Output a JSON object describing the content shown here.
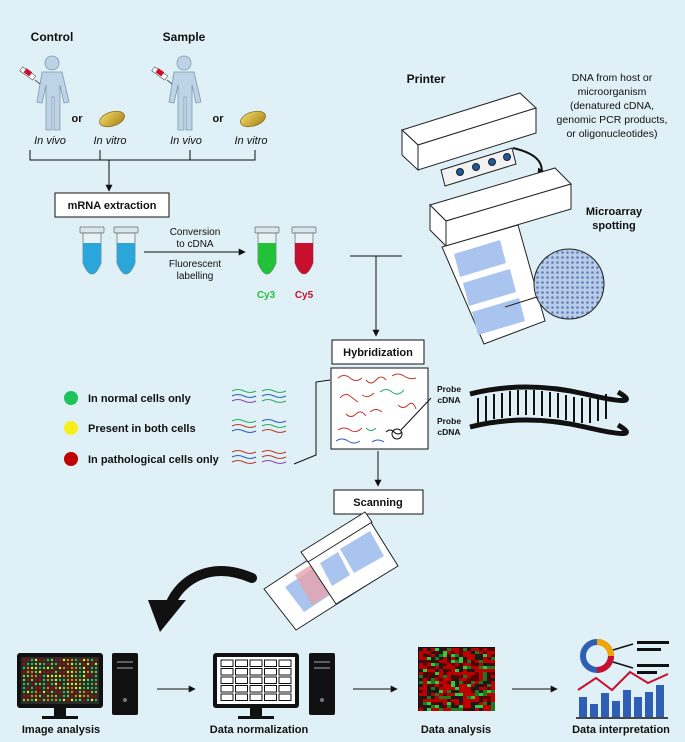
{
  "subjects": {
    "control": "Control",
    "sample": "Sample",
    "in_vivo": "In vivo",
    "or": "or",
    "in_vitro": "In vitro"
  },
  "steps": {
    "mrna_extraction": "mRNA extraction",
    "conversion_line1": "Conversion",
    "conversion_line2": "to cDNA",
    "labelling_line1": "Fluorescent",
    "labelling_line2": "labelling",
    "cy3": "Cy3",
    "cy5": "Cy5",
    "hybridization": "Hybridization",
    "scanning": "Scanning"
  },
  "printer": {
    "title": "Printer",
    "dna_lines": [
      "DNA from host or",
      "microorganism",
      "(denatured cDNA,",
      "genomic PCR products,",
      "or oligonucleotides)"
    ],
    "spotting_line1": "Microarray",
    "spotting_line2": "spotting"
  },
  "legend": {
    "normal": "In normal cells only",
    "both": "Present in both cells",
    "pathological": "In pathological cells only"
  },
  "probe": {
    "probe_line1": "Probe",
    "probe_line2": "cDNA",
    "cdna_line1": "Probe",
    "cdna_line2": "cDNA"
  },
  "pipeline": {
    "image_analysis": "Image analysis",
    "data_normalization": "Data normalization",
    "data_analysis": "Data analysis",
    "data_interpretation": "Data interpretation"
  },
  "colors": {
    "background": "#dff0f7",
    "tube_blue": "#2aa6da",
    "cy3_green": "#22c13a",
    "cy5_red": "#c8102e",
    "dot_green": "#1fc35c",
    "dot_yellow": "#f6ef1a",
    "dot_red": "#c00000",
    "pill_gold": "#c9a227",
    "slide_blue": "#a9c4ee"
  }
}
